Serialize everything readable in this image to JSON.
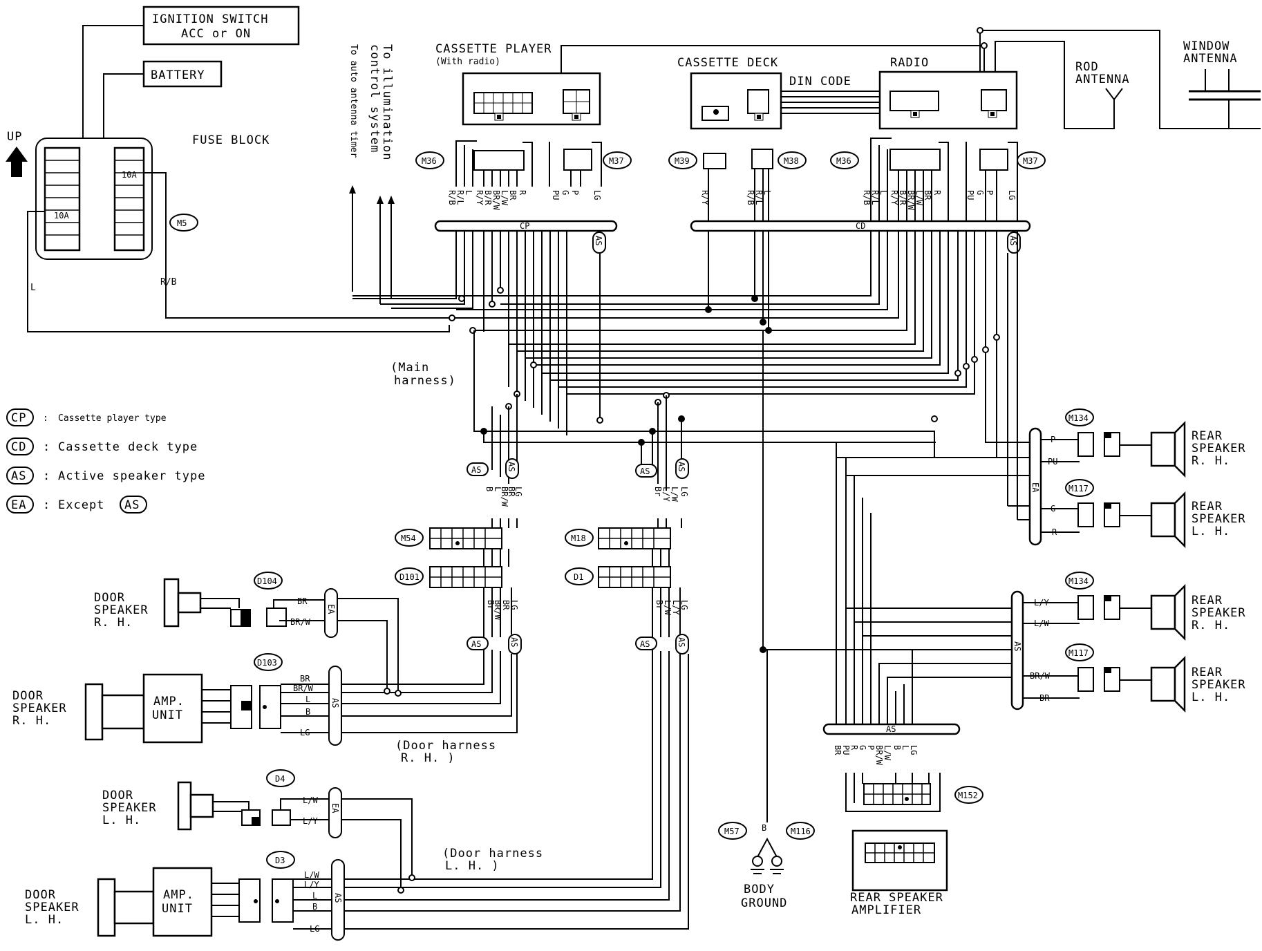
{
  "labels": {
    "ignition": [
      "IGNITION SWITCH",
      "ACC or ON"
    ],
    "battery": "BATTERY",
    "fuse_block": "FUSE BLOCK",
    "up": "UP",
    "fuse_10a": "10A",
    "cassette_player": [
      "CASSETTE PLAYER",
      "(With radio)"
    ],
    "cassette_deck": "CASSETTE DECK",
    "radio": "RADIO",
    "din_code": "DIN CODE",
    "rod_antenna": [
      "ROD",
      "ANTENNA"
    ],
    "window_antenna": [
      "WINDOW",
      "ANTENNA"
    ],
    "to_illumination": [
      "To illumination",
      "control system"
    ],
    "to_antenna_timer": "To auto antenna timer",
    "main_harness": [
      "(Main",
      "harness)"
    ],
    "door_harness_rh": [
      "(Door harness",
      "R. H. )"
    ],
    "door_harness_lh": [
      "(Door harness",
      "L. H. )"
    ],
    "body_ground": [
      "BODY",
      "GROUND"
    ],
    "rear_amp": [
      "REAR SPEAKER",
      "AMPLIFIER"
    ],
    "amp_unit": [
      "AMP.",
      "UNIT"
    ],
    "door_spk_rh": [
      "DOOR",
      "SPEAKER",
      "R. H."
    ],
    "door_spk_lh": [
      "DOOR",
      "SPEAKER",
      "L. H."
    ],
    "rear_spk_rh": [
      "REAR",
      "SPEAKER",
      "R. H."
    ],
    "rear_spk_lh": [
      "REAR",
      "SPEAKER",
      "L. H."
    ],
    "bar_cp": "CP",
    "bar_cd": "CD",
    "bar_as": "AS",
    "bar_ea": "EA"
  },
  "legend": [
    {
      "code": "CP",
      "text": "Cassette player type"
    },
    {
      "code": "CD",
      "text": "Cassette deck type"
    },
    {
      "code": "AS",
      "text": "Active speaker type"
    },
    {
      "code": "EA",
      "text": "Except",
      "ref": "AS"
    }
  ],
  "connectors": [
    "M5",
    "M36",
    "M37",
    "M39",
    "M38",
    "M54",
    "M18",
    "D101",
    "D1",
    "D104",
    "D103",
    "D4",
    "D3",
    "M134",
    "M117",
    "M152",
    "M57",
    "M116"
  ],
  "wire_colors": {
    "cp": [
      "R/B",
      "R/L",
      "L",
      "R/Y",
      "B/R",
      "BR/W",
      "L/W",
      "BR",
      "R",
      "PU",
      "G",
      "P",
      "LG"
    ],
    "cd": [
      "R/Y",
      "R/B",
      "R/L",
      "L"
    ],
    "cd2": [
      "R/B",
      "R/L",
      "L",
      "R/Y",
      "B/R",
      "BR/W",
      "L/W",
      "BR",
      "R",
      "PU",
      "G",
      "P",
      "LG"
    ],
    "m54": [
      "B",
      "L",
      "BR/W",
      "BR",
      "LG"
    ],
    "m18": [
      "Br",
      "L/Y",
      "L/W",
      "LG"
    ],
    "d101": [
      "Br",
      "BR/W",
      "BR",
      "LG"
    ],
    "d1": [
      "Br",
      "L/W",
      "L/Y",
      "LG"
    ],
    "d104": [
      "BR",
      "BR/W"
    ],
    "d103": [
      "BR",
      "BR/W",
      "L",
      "B",
      "LG"
    ],
    "d4": [
      "L/W",
      "L/Y"
    ],
    "d3": [
      "L/W",
      "L/Y",
      "L",
      "B",
      "LG"
    ],
    "m134a": [
      "P",
      "PU"
    ],
    "m117a": [
      "G",
      "R"
    ],
    "m134b": [
      "L/Y",
      "L/W"
    ],
    "m117b": [
      "BR/W",
      "BR"
    ],
    "m152": [
      "BR",
      "PU",
      "R",
      "G",
      "P",
      "BR/W",
      "L/W",
      "B",
      "L",
      "LG"
    ],
    "fuse_l": "L",
    "fuse_rb": "R/B",
    "ground": "B"
  }
}
